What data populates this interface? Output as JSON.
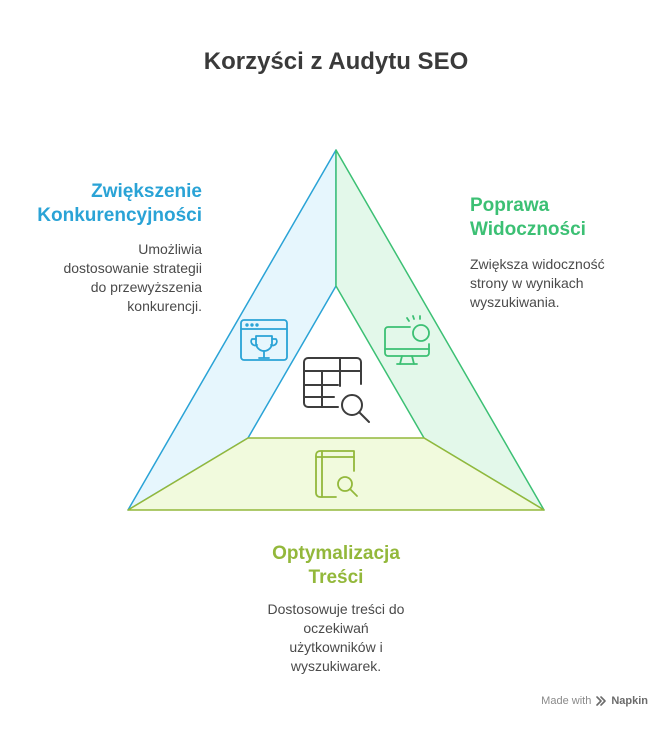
{
  "title": "Korzyści z Audytu SEO",
  "sections": {
    "left": {
      "heading_line1": "Zwiększenie",
      "heading_line2": "Konkurencyjności",
      "desc_line1": "Umożliwia",
      "desc_line2": "dostosowanie strategii",
      "desc_line3": "do przewyższenia",
      "desc_line4": "konkurencji.",
      "icon": "trophy-browser-icon",
      "color": "#2aa3d6"
    },
    "right": {
      "heading_line1": "Poprawa",
      "heading_line2": "Widoczności",
      "desc_line1": "Zwiększa widoczność",
      "desc_line2": "strony w wynikach",
      "desc_line3": "wyszukiwania.",
      "icon": "monitor-search-icon",
      "color": "#3cc074"
    },
    "bottom": {
      "heading_line1": "Optymalizacja",
      "heading_line2": "Treści",
      "desc_line1": "Dostosowuje treści do",
      "desc_line2": "oczekiwań",
      "desc_line3": "użytkowników i",
      "desc_line4": "wyszukiwarek.",
      "icon": "book-search-icon",
      "color": "#93b83b"
    },
    "center": {
      "icon": "table-search-icon"
    }
  },
  "footer": {
    "made_with": "Made with",
    "brand": "Napkin"
  }
}
